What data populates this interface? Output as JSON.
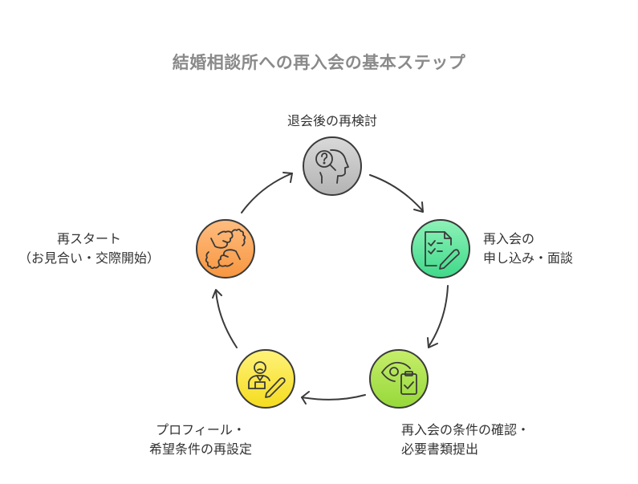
{
  "title": "結婚相談所への再入会の基本ステップ",
  "steps": [
    {
      "id": "reconsider",
      "lines": [
        "退会後の再検討"
      ],
      "icon": "head-question-magnifier-icon",
      "color_top": "#d9d9d9",
      "color_bottom": "#b3b3b3"
    },
    {
      "id": "apply",
      "lines": [
        "再入会の",
        "申し込み・面談"
      ],
      "icon": "checklist-document-pencil-icon",
      "color_top": "#8ef2b8",
      "color_bottom": "#3fd98a"
    },
    {
      "id": "confirm",
      "lines": [
        "再入会の条件の確認・",
        "必要書類提出"
      ],
      "icon": "eye-clipboard-check-icon",
      "color_top": "#c6ee6a",
      "color_bottom": "#96d83a"
    },
    {
      "id": "profile",
      "lines": [
        "プロフィール・",
        "希望条件の再設定"
      ],
      "icon": "user-pencil-icon",
      "color_top": "#fff27a",
      "color_bottom": "#f5dc1e"
    },
    {
      "id": "restart",
      "lines": [
        "再スタート",
        "（お見合い・交際開始）"
      ],
      "icon": "fist-bump-icon",
      "color_top": "#ffbd80",
      "color_bottom": "#f7963f"
    }
  ],
  "stroke_color": "#3a3a3a"
}
